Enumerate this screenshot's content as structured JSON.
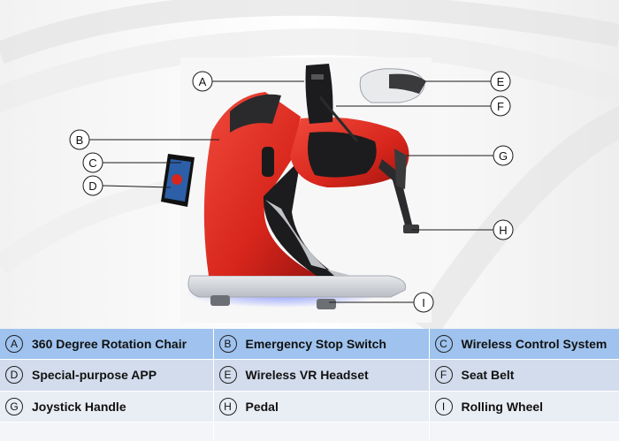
{
  "callout_letters": [
    "A",
    "B",
    "C",
    "D",
    "E",
    "F",
    "G",
    "H",
    "I"
  ],
  "legend": [
    [
      {
        "letter": "A",
        "label": "360 Degree Rotation Chair"
      },
      {
        "letter": "B",
        "label": "Emergency Stop Switch"
      },
      {
        "letter": "C",
        "label": "Wireless Control System"
      }
    ],
    [
      {
        "letter": "D",
        "label": "Special-purpose APP"
      },
      {
        "letter": "E",
        "label": "Wireless VR Headset"
      },
      {
        "letter": "F",
        "label": "Seat Belt"
      }
    ],
    [
      {
        "letter": "G",
        "label": "Joystick Handle"
      },
      {
        "letter": "H",
        "label": "Pedal"
      },
      {
        "letter": "I",
        "label": "Rolling Wheel"
      }
    ]
  ],
  "colors": {
    "shell_red": "#d8261c",
    "shell_black": "#1c1c1e",
    "base_silver": "#cfd2d6",
    "glow_blue": "#6a7dff",
    "row_blue": "#9fc3ee",
    "row_light": "#d2dcec"
  }
}
